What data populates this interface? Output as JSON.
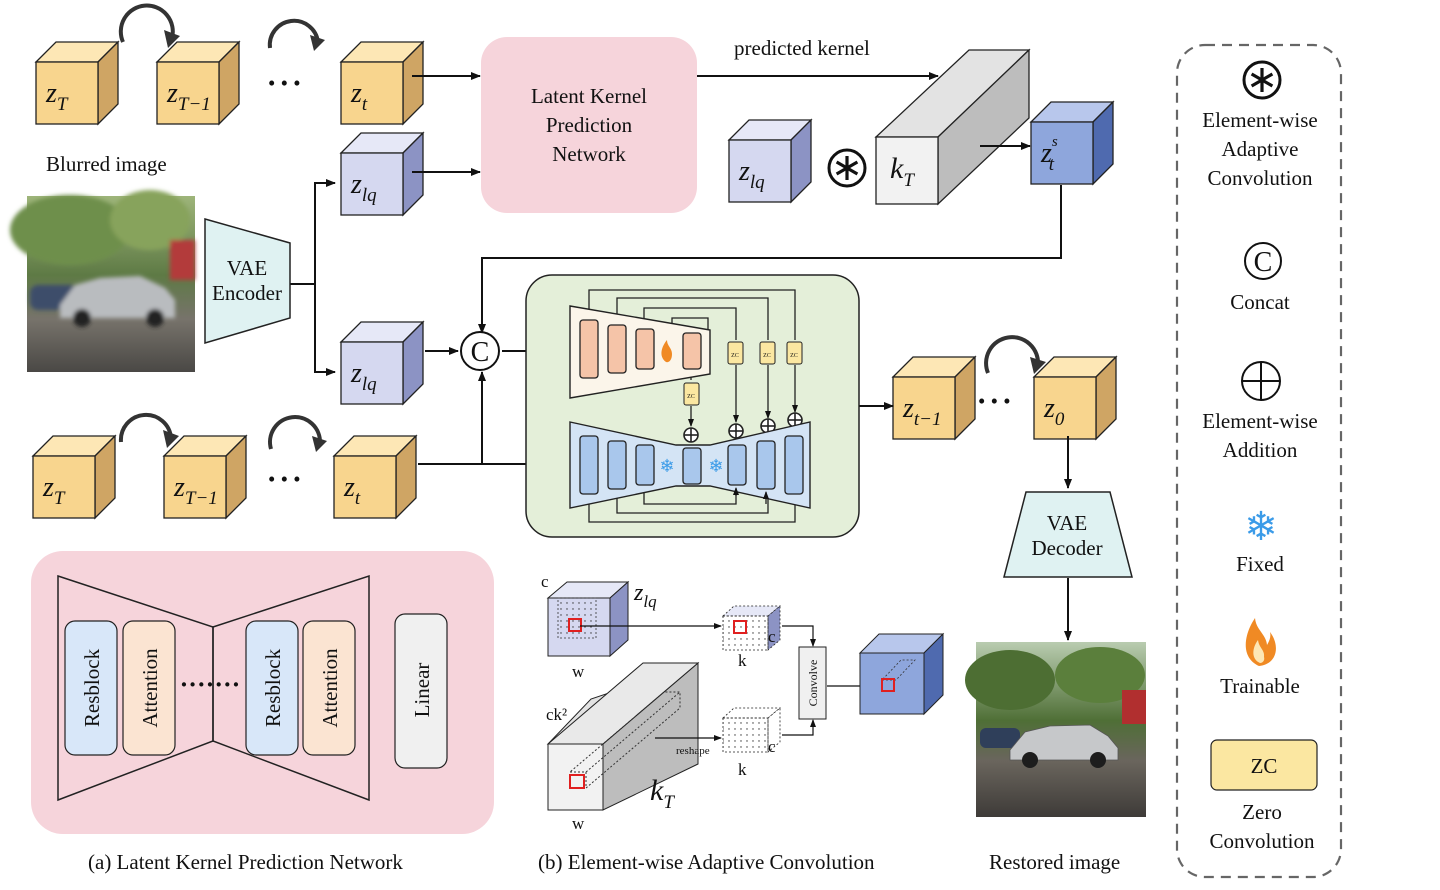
{
  "colors": {
    "latent_front": "#f8d58e",
    "latent_side": "#cfa564",
    "latent_top": "#fde7b5",
    "lq_front": "#d5d8f0",
    "lq_side": "#8c93c4",
    "lq_top": "#e6e8f7",
    "zts_front": "#8ea6dc",
    "zts_side": "#4f6aaf",
    "zts_top": "#b8c7ec",
    "kernel_front": "#f2f2f2",
    "kernel_side": "#bdbdbd",
    "kernel_top": "#e3e3e3",
    "lkpn_bg": "#f6d4db",
    "vae_fill": "#dff2f2",
    "unet_bg": "#e4efd9",
    "encoder_block": "#f5c4a8",
    "decoder_block": "#a9c7ec",
    "zc_fill": "#fbe7a1",
    "resblock_fill": "#d8e7f9",
    "attention_fill": "#fbe4d2",
    "legend_border": "#666666",
    "highlight_red": "#e02020",
    "snow_blue": "#3b9be8",
    "flame_orange": "#f08a24"
  },
  "top_row": {
    "latents": [
      {
        "base": "z",
        "sub": "T"
      },
      {
        "base": "z",
        "sub": "T−1"
      },
      {
        "base": "z",
        "sub": "t"
      }
    ],
    "ellipsis": "• • •",
    "caption": "Blurred image"
  },
  "vae_encoder": {
    "line1": "VAE",
    "line2": "Encoder"
  },
  "lkpn_box": {
    "line1": "Latent Kernel",
    "line2": "Prediction",
    "line3": "Network"
  },
  "predicted_kernel_label": "predicted kernel",
  "z_lq": {
    "base": "z",
    "sub": "lq"
  },
  "kernel": {
    "base": "k",
    "sub": "T"
  },
  "z_t_s": {
    "base": "z",
    "sub": "t",
    "sup": "s"
  },
  "concat_symbol": "C",
  "unet": {
    "zc_label": "ZC",
    "snow": "❄"
  },
  "bottom_row": {
    "latents": [
      {
        "base": "z",
        "sub": "T"
      },
      {
        "base": "z",
        "sub": "T−1"
      },
      {
        "base": "z",
        "sub": "t"
      }
    ],
    "ellipsis": "• • •"
  },
  "output_row": {
    "latents": [
      {
        "base": "z",
        "sub": "t−1"
      },
      {
        "base": "z",
        "sub": "0"
      }
    ],
    "ellipsis": "• • •"
  },
  "vae_decoder": {
    "line1": "VAE",
    "line2": "Decoder"
  },
  "panel_a": {
    "blocks": [
      "Resblock",
      "Attention",
      "Resblock",
      "Attention",
      "Linear"
    ],
    "dots": "·······",
    "caption": "(a) Latent Kernel Prediction Network"
  },
  "panel_b": {
    "c": "c",
    "w": "w",
    "k": "k",
    "ck2": "ck²",
    "reshape": "reshape",
    "convolve": "Convolve",
    "caption": "(b) Element-wise Adaptive Convolution"
  },
  "restored_caption": "Restored image",
  "legend": {
    "items": [
      {
        "symbol": "⊛",
        "lines": [
          "Element-wise",
          "Adaptive",
          "Convolution"
        ]
      },
      {
        "symbol": "C",
        "lines": [
          "Concat"
        ]
      },
      {
        "symbol": "⊕",
        "lines": [
          "Element-wise",
          "Addition"
        ]
      },
      {
        "symbol": "❄",
        "lines": [
          "Fixed"
        ]
      },
      {
        "symbol": "flame",
        "lines": [
          "Trainable"
        ]
      },
      {
        "symbol": "ZC",
        "lines": [
          "Zero",
          "Convolution"
        ]
      }
    ]
  }
}
